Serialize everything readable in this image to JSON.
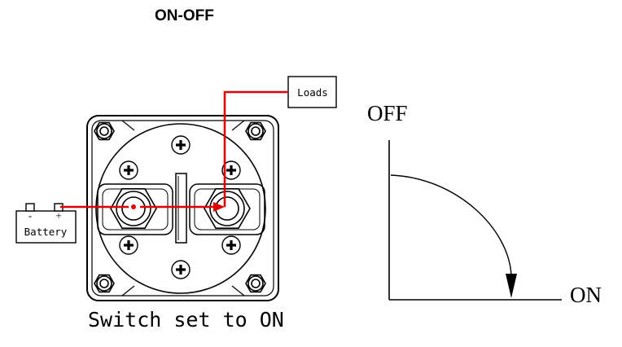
{
  "title": "ON-OFF",
  "labels": {
    "loads": "Loads",
    "battery": "Battery",
    "battery_minus": "-",
    "battery_plus": "+",
    "off": "OFF",
    "on": "ON"
  },
  "caption": "Switch set to ON",
  "colors": {
    "wire": "#e00000",
    "line": "#000000"
  }
}
